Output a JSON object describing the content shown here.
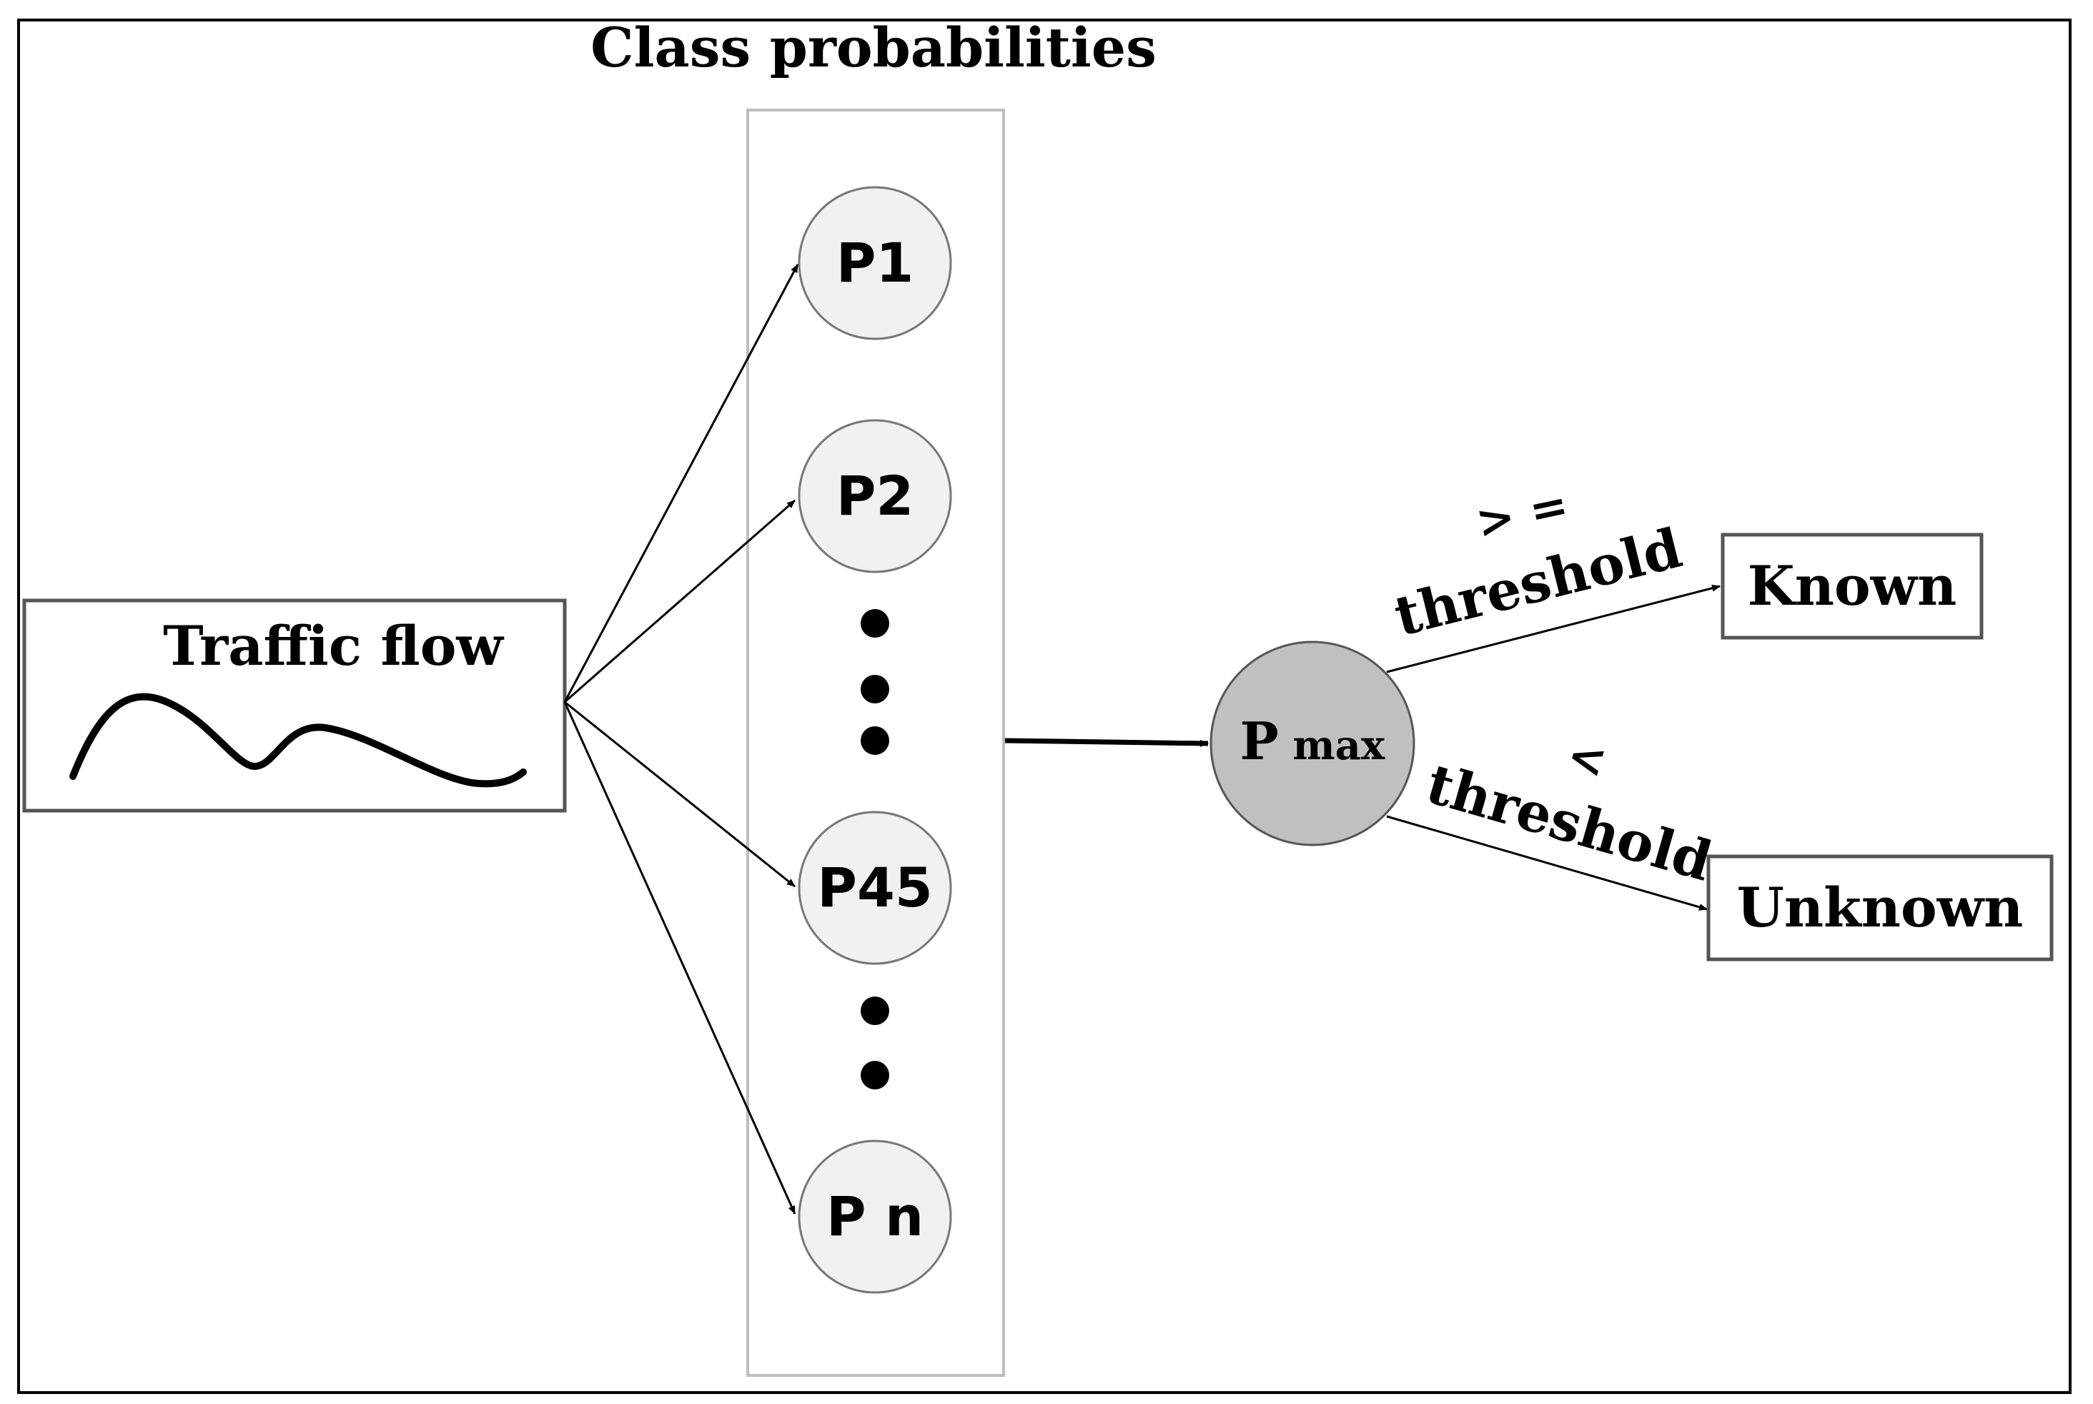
{
  "title": "Class probabilities",
  "input": {
    "label": "Traffic flow"
  },
  "nodes": [
    {
      "label": "P1"
    },
    {
      "label": "P2"
    },
    {
      "label": "P45"
    },
    {
      "label": "P n"
    }
  ],
  "max_node": {
    "label_main": "P",
    "label_sub": "max"
  },
  "branches": {
    "upper_symbol": "> =",
    "upper_label": "threshold",
    "lower_symbol": "<",
    "lower_label": "threshold"
  },
  "outputs": {
    "known": "Known",
    "unknown": "Unknown"
  },
  "colors": {
    "node_fill": "#f1f1f1",
    "max_node_fill": "#c0c0c0",
    "stroke": "#000000",
    "panel_stroke": "#bdbdbd"
  }
}
